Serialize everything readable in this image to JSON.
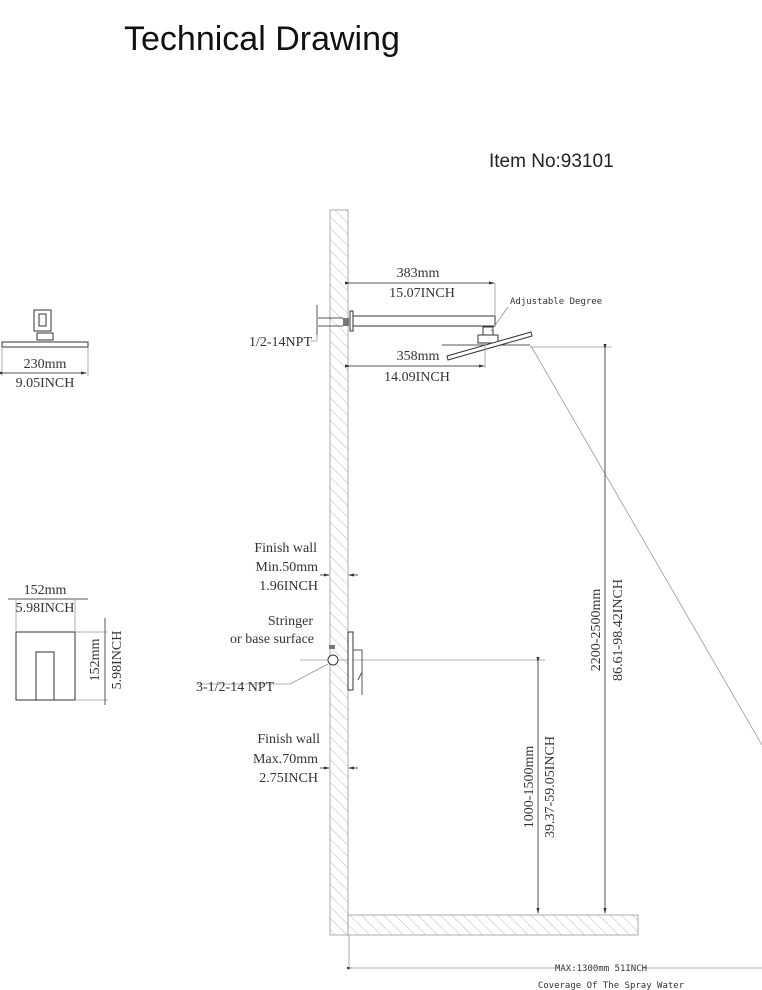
{
  "title": "Technical Drawing",
  "item_no": "Item No:93101",
  "shower_head_top": {
    "width_mm": "230mm",
    "width_in": "9.05INCH"
  },
  "valve_front": {
    "width_mm": "152mm",
    "width_in": "5.98INCH",
    "height_mm": "152mm",
    "height_in": "5.98INCH"
  },
  "arm": {
    "length_mm": "383mm",
    "length_in": "15.07INCH",
    "reach_mm": "358mm",
    "reach_in": "14.09INCH",
    "thread": "1/2-14NPT",
    "adjust_note": "Adjustable Degree"
  },
  "wall": {
    "finish_min": [
      "Finish wall",
      "Min.50mm",
      "1.96INCH"
    ],
    "stringer": [
      "Stringer",
      "or base surface"
    ],
    "valve_thread": "3-1/2-14 NPT",
    "finish_max": [
      "Finish wall",
      "Max.70mm",
      "2.75INCH"
    ]
  },
  "heights": {
    "head_mm": "2200-2500mm",
    "head_in": "86.61-98.42INCH",
    "valve_mm": "1000-1500mm",
    "valve_in": "39.37-59.05INCH"
  },
  "coverage": {
    "max": "MAX:1300mm 51INCH",
    "label": "Coverage Of The Spray Water"
  }
}
